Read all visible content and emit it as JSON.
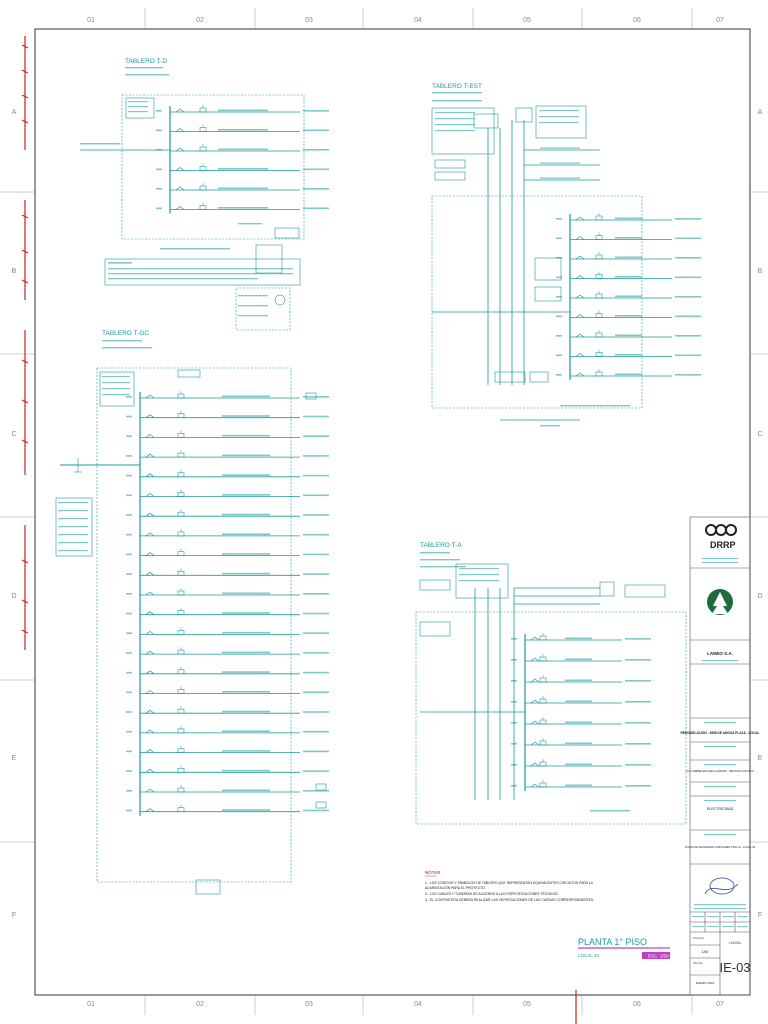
{
  "frame": {
    "columns": [
      "01",
      "02",
      "03",
      "04",
      "05",
      "06",
      "07"
    ],
    "rows": [
      "A",
      "B",
      "C",
      "D",
      "E",
      "F"
    ]
  },
  "panels": {
    "td": {
      "title": "TABLERO T-D"
    },
    "test": {
      "title": "TABLERO T-EST"
    },
    "tgc": {
      "title": "TABLERO T-GC"
    },
    "ta": {
      "title": "TABLERO T-A"
    }
  },
  "notes": {
    "heading": "NOTAS",
    "lines": [
      "1.- LOS CÓDIGOS Y SÍMBOLOS DE TABLERO QUE REPRESENTAN EQUIVALENTES CIRCUITOS PARA LA",
      "    ALIMENTACIÓN PARA EL PROYECTO.",
      "2.- LOS CABLES Y TUBERÍAS DE ACUERDO A LAS ESPECIFICACIONES TÉCNICAS.",
      "3.- EL CONTRATISTA DEBERÁ REALIZAR LAS VERIFICACIONES DE LAS CARGAS CORRESPONDIENTES."
    ]
  },
  "title_block": {
    "logo_text": "DRRP",
    "client": "LAIMIO S.A.",
    "project": "REMODELACIÓN - 3858 DE ANGUA PLAZA - LOCAL",
    "location": "LA CUMBRE ESCUELA ANDINA - SECTOR LOCAL N°",
    "specialty": "ELECTRICIDAD",
    "drawing_title": "PLANO DE DIAGRAMAS UNIFILARES PISO 01 - LOCAL 34",
    "scale_label": "ESCALA",
    "scale": "1/50",
    "date_label": "FECHA",
    "date": "MARZO 2024",
    "sheet_label": "LÁMINA",
    "sheet": "IE-03"
  },
  "footer": {
    "plan_title": "PLANTA 1° PISO",
    "plan_sub": "LOCAL 34",
    "plan_scale": "ESC. 1/50"
  },
  "colors": {
    "teal": "#1a9a9a",
    "frame": "#333333",
    "red": "#cc2222",
    "magenta": "#c040c0"
  }
}
